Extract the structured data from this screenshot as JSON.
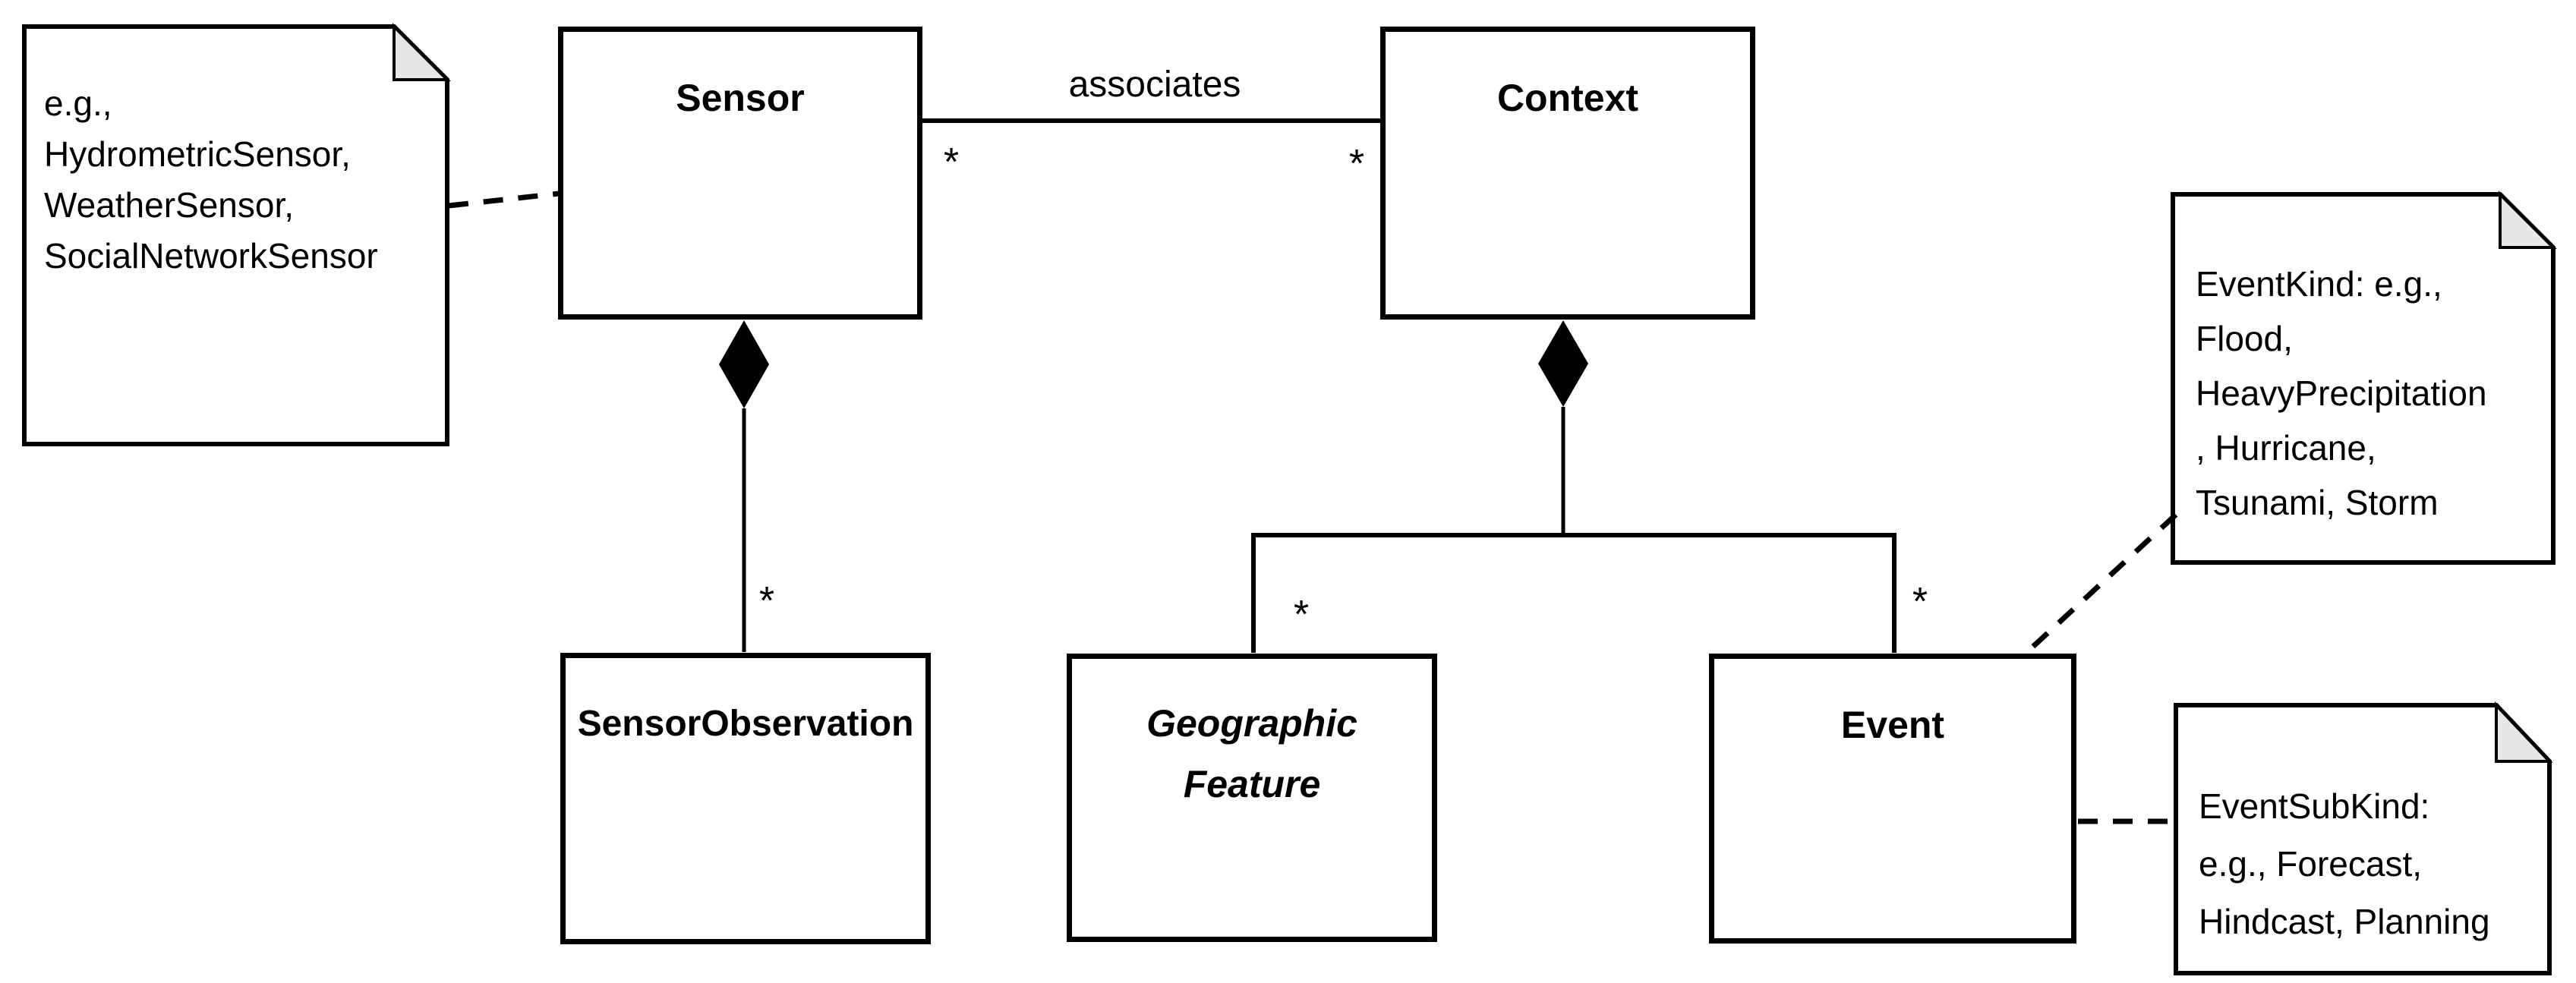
{
  "diagram": {
    "classes": [
      {
        "name": "Sensor"
      },
      {
        "name": "Context"
      },
      {
        "name": "SensorObservation"
      },
      {
        "name": "Geographic Feature"
      },
      {
        "name": "Event"
      }
    ],
    "association": {
      "label": "associates",
      "sensor_end_multiplicity": "*",
      "context_end_multiplicity": "*"
    },
    "compositions": [
      {
        "owner": "Sensor",
        "part": "SensorObservation",
        "part_multiplicity": "*"
      },
      {
        "owner": "Context",
        "part": "Geographic Feature",
        "part_multiplicity": "*"
      },
      {
        "owner": "Context",
        "part": "Event",
        "part_multiplicity": "*"
      }
    ],
    "notes": [
      {
        "attached_to": "Sensor",
        "lines": [
          "e.g.,",
          "HydrometricSensor,",
          "WeatherSensor,",
          "SocialNetworkSensor"
        ]
      },
      {
        "attached_to": "Event",
        "lines": [
          "EventKind: e.g.,",
          "Flood,",
          "HeavyPrecipitation",
          ", Hurricane,",
          "Tsunami, Storm"
        ]
      },
      {
        "attached_to": "Event",
        "lines": [
          "EventSubKind:",
          "e.g., Forecast,",
          "Hindcast, Planning"
        ]
      }
    ],
    "colors": {
      "line": "#000000",
      "background": "#ffffff",
      "note_fold": "#e7e7e7"
    }
  }
}
